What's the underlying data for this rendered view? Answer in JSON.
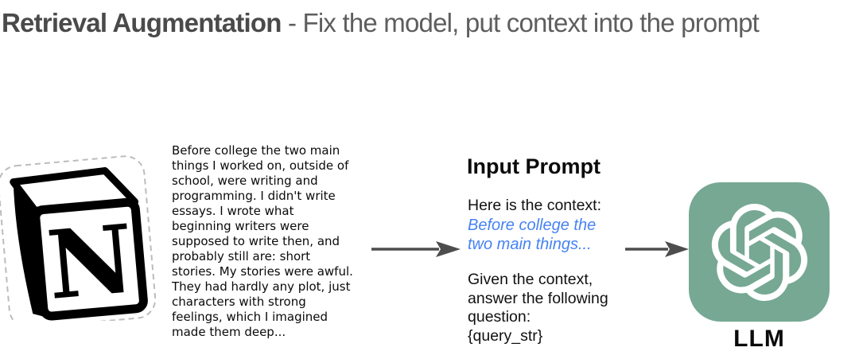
{
  "title": {
    "bold": "Retrieval Augmentation",
    "rest": " - Fix the model, put context into the prompt"
  },
  "source_doc": {
    "logo": "notion-logo",
    "logo_letter": "N",
    "excerpt": "Before college the two main\nthings I worked on, outside of\nschool, were writing and\nprogramming. I didn't write\nessays. I wrote what\nbeginning writers were\nsupposed to write then, and\nprobably still are: short\nstories. My stories were awful.\nThey had hardly any plot, just\ncharacters with strong\nfeelings, which I imagined\nmade them deep..."
  },
  "input_prompt": {
    "heading": "Input Prompt",
    "context_label": "Here is the context:",
    "context_snippet": "Before college the\ntwo main things...",
    "instruction": "Given the context,\nanswer the following\nquestion:\n{query_str}"
  },
  "llm": {
    "label": "LLM",
    "logo": "openai-logo"
  },
  "colors": {
    "accent_blue": "#4682F4",
    "openai_teal": "#76A893",
    "arrow_gray": "#4D4D4D",
    "title_dark": "#4A4A4A",
    "title_light": "#5E5E5E"
  }
}
